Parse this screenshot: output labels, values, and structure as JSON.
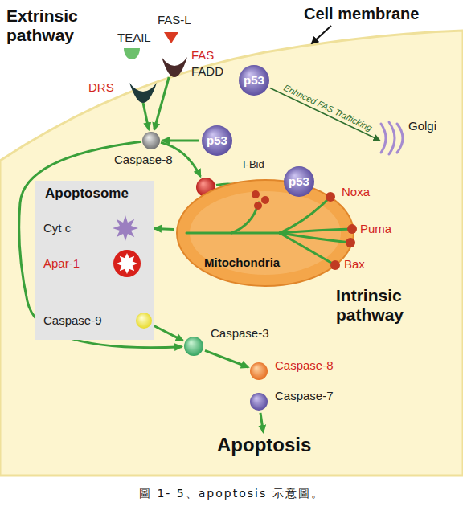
{
  "diagram": {
    "caption": "圖 1- 5、apoptosis 示意圖。",
    "nodes": [
      {
        "text": [
          "TEAIL"
        ]
      },
      {
        "text": [
          "FAS-L"
        ]
      },
      {
        "text": [
          "DRS"
        ]
      },
      {
        "text": [
          "FAS",
          "FADD"
        ]
      },
      {
        "text": [
          "p53"
        ]
      },
      {
        "text": [
          "Caspase-8"
        ]
      },
      {
        "text": [
          "p53"
        ]
      },
      {
        "text": [
          "Bid"
        ]
      },
      {
        "text": [
          "Mitochondria"
        ]
      },
      {
        "text": [
          "p53"
        ],
        "in": 8
      },
      {
        "text": [
          "Apoptosome"
        ]
      },
      {
        "text": [
          "Cyt c"
        ],
        "in": 10
      },
      {
        "text": [
          "Apar-1"
        ],
        "in": 10
      },
      {
        "text": [
          "Caspase-9"
        ],
        "in": 10
      },
      {
        "text": [
          "Caspase-3"
        ]
      },
      {
        "text": [
          "Caspase-8"
        ]
      },
      {
        "text": [
          "Caspase-7"
        ]
      },
      {
        "text": [
          "Apoptosis"
        ]
      },
      {
        "text": [
          "Golgi"
        ]
      }
    ],
    "edges": [
      {
        "from": 2,
        "to": 5,
        "arrow": "to"
      },
      {
        "from": 3,
        "to": 5,
        "arrow": "to"
      },
      {
        "from": 6,
        "to": 5,
        "arrow": "to"
      },
      {
        "from": 4,
        "to": 18,
        "label": "Enhnced FAS Trafficking",
        "arrow": "to"
      },
      {
        "from": 5,
        "to": 7,
        "arrow": "to"
      },
      {
        "from": 7,
        "to": 8,
        "arrow": "to"
      },
      {
        "from": 8,
        "to": 10,
        "arrow": "to"
      },
      {
        "from": 5,
        "to": 14,
        "arrow": "to"
      },
      {
        "from": 13,
        "to": 14,
        "arrow": "to"
      },
      {
        "from": 14,
        "to": 15,
        "arrow": "to"
      },
      {
        "from": 16,
        "to": 17,
        "arrow": "to"
      }
    ],
    "labels": [
      "Extrinsic pathway",
      "Cell membrane",
      "I-Bid",
      "Noxa",
      "Puma",
      "Bax",
      "Intrinsic pathway"
    ]
  }
}
